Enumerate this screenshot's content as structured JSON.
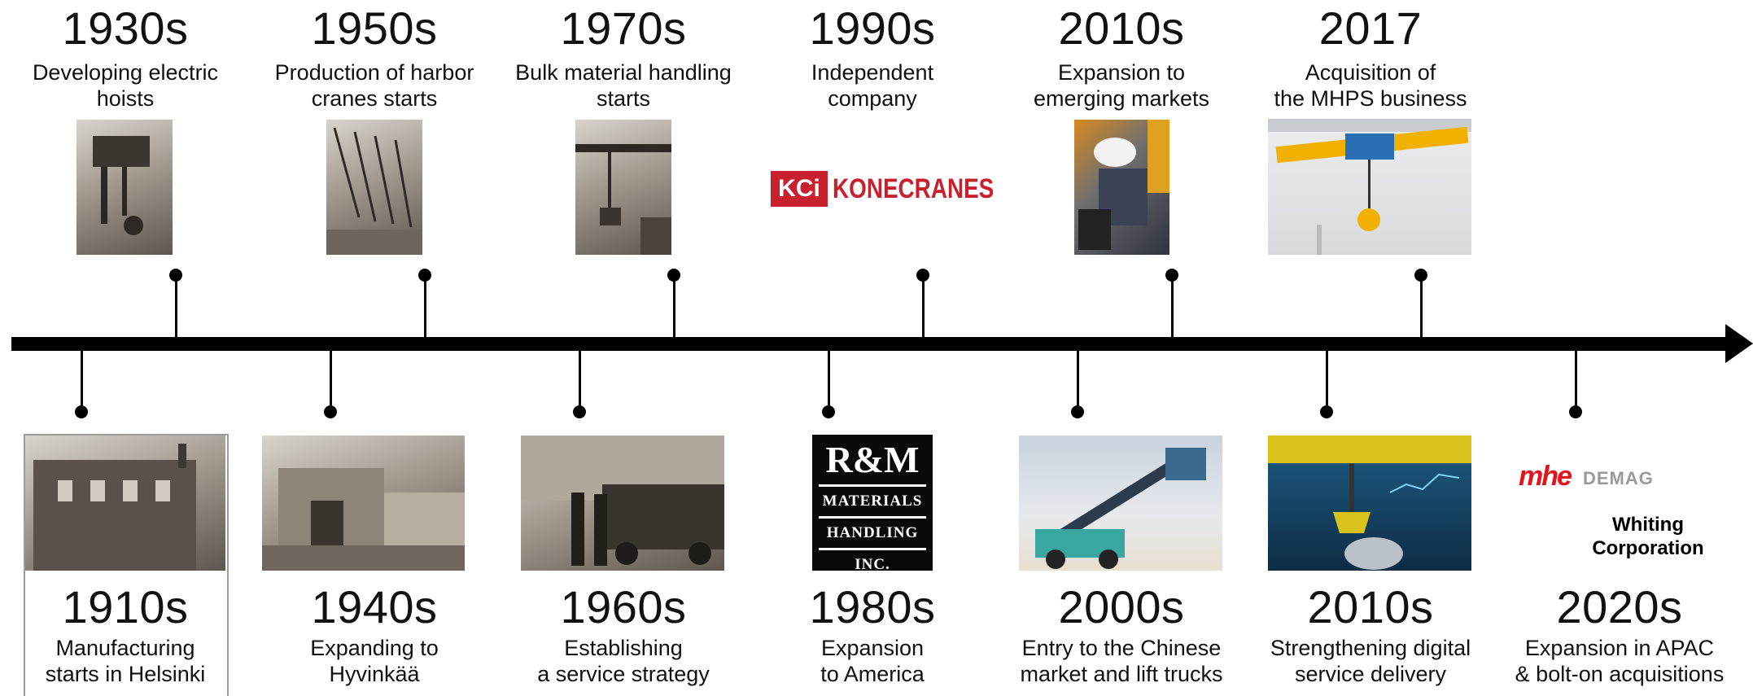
{
  "top_events": [
    {
      "year": "1930s",
      "desc": "Developing electric\nhoists"
    },
    {
      "year": "1950s",
      "desc": "Production of harbor\ncranes starts"
    },
    {
      "year": "1970s",
      "desc": "Bulk material handling\nstarts"
    },
    {
      "year": "1990s",
      "desc": "Independent\ncompany"
    },
    {
      "year": "2010s",
      "desc": "Expansion to\nemerging markets"
    },
    {
      "year": "2017",
      "desc": "Acquisition of\nthe MHPS business"
    }
  ],
  "bottom_events": [
    {
      "year": "1910s",
      "desc": "Manufacturing\nstarts in Helsinki"
    },
    {
      "year": "1940s",
      "desc": "Expanding to\nHyvinkää"
    },
    {
      "year": "1960s",
      "desc": "Establishing\na service strategy"
    },
    {
      "year": "1980s",
      "desc": "Expansion\nto America"
    },
    {
      "year": "2000s",
      "desc": "Entry to the Chinese\nmarket and lift trucks"
    },
    {
      "year": "2010s",
      "desc": "Strengthening digital\nservice delivery"
    },
    {
      "year": "2020s",
      "desc": "Expansion in APAC\n& bolt-on acquisitions"
    }
  ],
  "logos": {
    "konecranes_mark": "KCi",
    "konecranes_name": "KONECRANES",
    "rm_title": "R&M",
    "rm_line1": "MATERIALS",
    "rm_line2": "HANDLING",
    "rm_line3": "INC.",
    "mhe": "mhe",
    "demag": "DEMAG",
    "whiting": "Whiting\nCorporation"
  },
  "colors": {
    "axis": "#000000",
    "konecranes_red": "#c8202f",
    "mhe_red": "#e3141b",
    "demag_gray": "#9a9a9a"
  }
}
